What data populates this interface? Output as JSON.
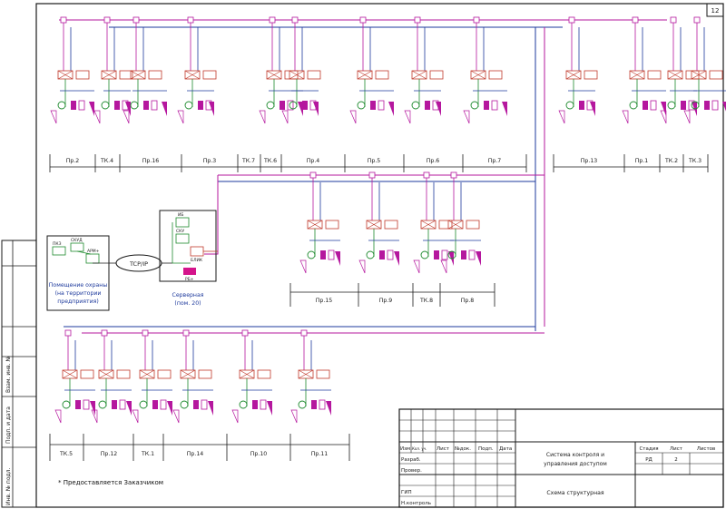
{
  "sheet_number": "12",
  "rooms": {
    "security": [
      "Помещение охраны",
      "(на территории",
      "предприятия)"
    ],
    "server": [
      "Серверная",
      "(пом. 20)"
    ]
  },
  "network": {
    "tcpip": "TCP/IP"
  },
  "devices": {
    "security_room": [
      "ПКЗ",
      "СКУД",
      "АРМ+"
    ],
    "server_room": [
      "ИБ",
      "СКУ",
      "БЛИК",
      "РБ+"
    ]
  },
  "zones": {
    "row1": [
      "Пр.2",
      "ТК.4",
      "Пр.16",
      "Пр.3",
      "ТК.7",
      "ТК.6",
      "Пр.4",
      "Пр.5",
      "Пр.6",
      "Пр.7",
      "Пр.13",
      "Пр.1",
      "ТК.2",
      "ТК.3"
    ],
    "row2": [
      "Пр.15",
      "Пр.9",
      "ТК.8",
      "Пр.8"
    ],
    "row3": [
      "ТК.5",
      "Пр.12",
      "ТК.1",
      "Пр.14",
      "Пр.10",
      "Пр.11"
    ]
  },
  "title_block": {
    "side_labels": [
      "Инв. № подл.",
      "Подп. и дата",
      "Взам. инв. №"
    ],
    "header_cells": [
      "Изм.",
      "Кол. уч.",
      "Лист",
      "№док.",
      "Подп.",
      "Дата"
    ],
    "roles": [
      "Разраб.",
      "Провер.",
      "",
      "ГИП",
      "Н.контроль"
    ],
    "system_title": [
      "Система контроля и",
      "управления доступом"
    ],
    "drawing_title": "Схема структурная",
    "stage_label": "Стадия",
    "sheet_label": "Лист",
    "sheets_label": "Листов",
    "stage_value": "РД",
    "sheet_value": "2",
    "sheets_value": ""
  },
  "footnote": "* Предоставляется Заказчиком",
  "colors": {
    "frame": "#1a1a1a",
    "blue_line": "#1e3a9c",
    "red_device": "#c0392b",
    "magenta_bus": "#b5179e",
    "green_line": "#1e8a2e"
  }
}
